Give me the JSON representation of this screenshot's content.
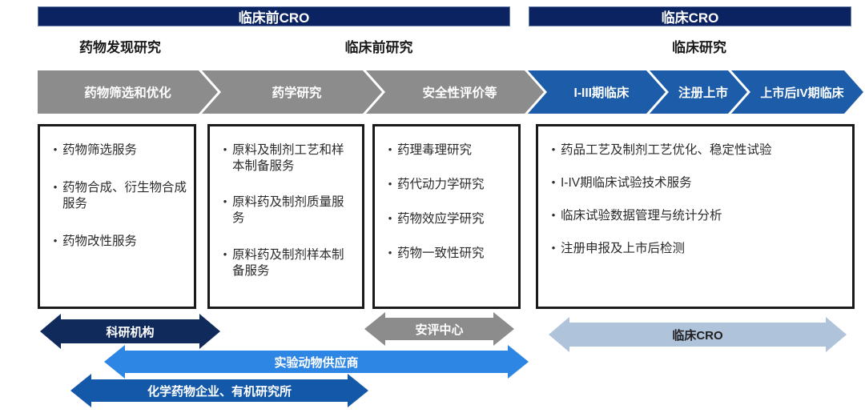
{
  "headers": [
    {
      "label": "临床前CRO"
    },
    {
      "label": "临床CRO"
    }
  ],
  "stages": [
    {
      "label": "药物发现研究"
    },
    {
      "label": "临床前研究"
    },
    {
      "label": "临床研究"
    }
  ],
  "chevrons": [
    {
      "label": "药物筛选和优化",
      "group": "preclinical"
    },
    {
      "label": "药学研究",
      "group": "preclinical"
    },
    {
      "label": "安全性评价等",
      "group": "preclinical"
    },
    {
      "label": "I-III期临床",
      "group": "clinical"
    },
    {
      "label": "注册上市",
      "group": "clinical"
    },
    {
      "label": "上市后IV期临床",
      "group": "clinical"
    }
  ],
  "boxes": [
    {
      "items": [
        "药物筛选服务",
        "药物合成、衍生物合成服务",
        "药物改性服务"
      ]
    },
    {
      "items": [
        "原料及制剂工艺和样本制备服务",
        "原料药及制剂质量服务",
        "原料药及制剂样本制备服务"
      ]
    },
    {
      "items": [
        "药理毒理研究",
        "药代动力学研究",
        "药物效应学研究",
        "药物一致性研究"
      ]
    },
    {
      "items": [
        "药品工艺及制剂工艺优化、稳定性试验",
        "I-IV期临床试验技术服务",
        "临床试验数据管理与统计分析",
        "注册申报及上市后检测"
      ]
    }
  ],
  "bottom_arrows": [
    {
      "label": "科研机构"
    },
    {
      "label": "安评中心"
    },
    {
      "label": "临床CRO"
    },
    {
      "label": "实验动物供应商"
    },
    {
      "label": "化学药物企业、有机研究所"
    }
  ],
  "bullet_char": "•",
  "colors": {
    "header_navy": "#0b2361",
    "chevron_gray": "#8c8c8c",
    "chevron_blue": "#1c5ca8",
    "arrow_navy": "#112a5c",
    "arrow_gray": "#8c8c8c",
    "arrow_steel": "#afc3db",
    "arrow_azure": "#2e86e4",
    "arrow_midblue": "#1459a9"
  }
}
